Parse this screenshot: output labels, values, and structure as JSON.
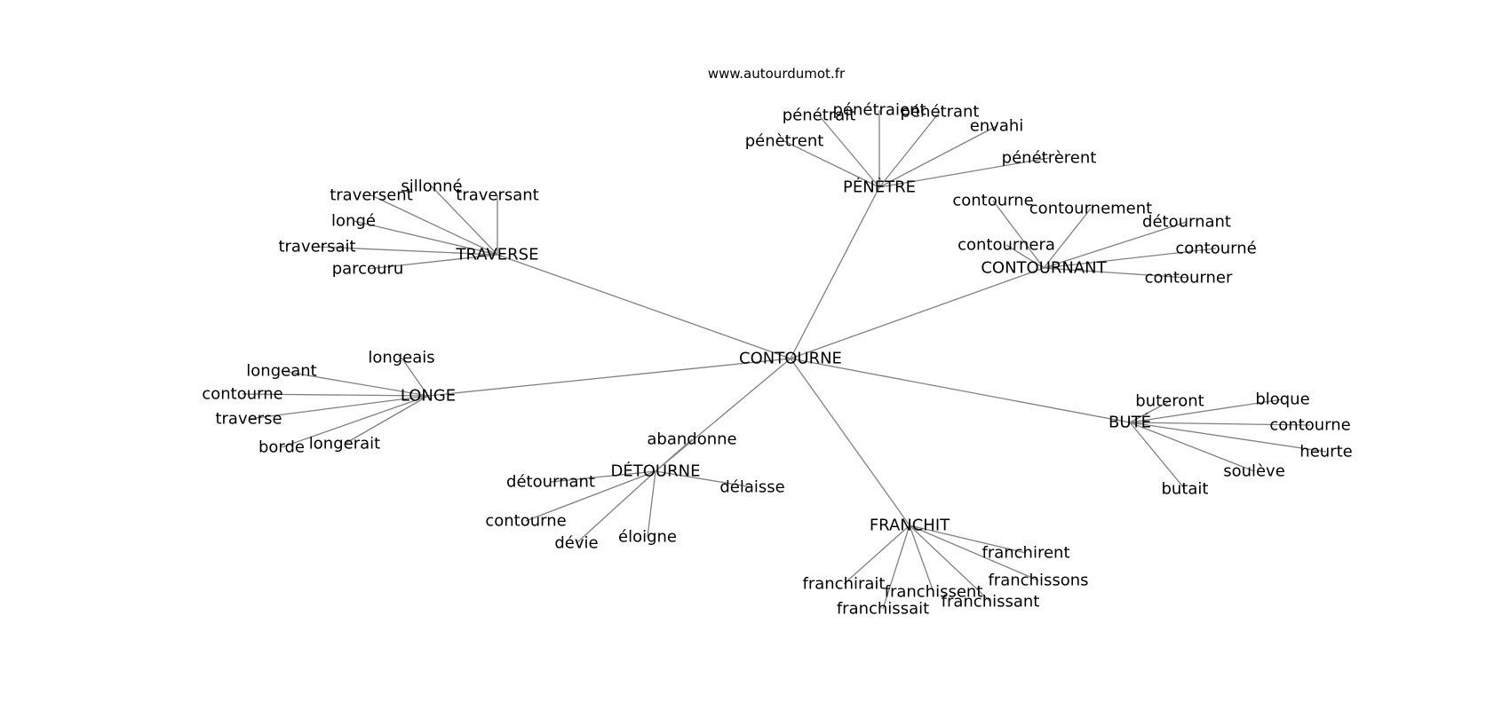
{
  "source": "www.autourdumot.fr",
  "root": "CONTOURNE",
  "edge_color": "#808080",
  "clusters": [
    {
      "id": "traverse",
      "label": "TRAVERSE",
      "children": [
        "traversent",
        "sillonné",
        "traversant",
        "longé",
        "traversait",
        "parcouru"
      ]
    },
    {
      "id": "penetre",
      "label": "PÉNÈTRE",
      "children": [
        "pénétrait",
        "pénétraient",
        "pénétrant",
        "envahi",
        "pénètrent",
        "pénétrèrent"
      ]
    },
    {
      "id": "contournant",
      "label": "CONTOURNANT",
      "children": [
        "contourne",
        "contournement",
        "détournant",
        "contournera",
        "contourné",
        "contourner"
      ]
    },
    {
      "id": "longe",
      "label": "LONGE",
      "children": [
        "longeais",
        "longeant",
        "contourne",
        "traverse",
        "borde",
        "longerait"
      ]
    },
    {
      "id": "bute",
      "label": "BUTÉ",
      "children": [
        "buteront",
        "bloque",
        "contourne",
        "heurte",
        "soulève",
        "butait"
      ]
    },
    {
      "id": "detourne",
      "label": "DÉTOURNE",
      "children": [
        "abandonne",
        "détournant",
        "délaisse",
        "contourne",
        "dévie",
        "éloigne"
      ]
    },
    {
      "id": "franchit",
      "label": "FRANCHIT",
      "children": [
        "franchirent",
        "franchissons",
        "franchirait",
        "franchissent",
        "franchissant",
        "franchissait"
      ]
    }
  ]
}
